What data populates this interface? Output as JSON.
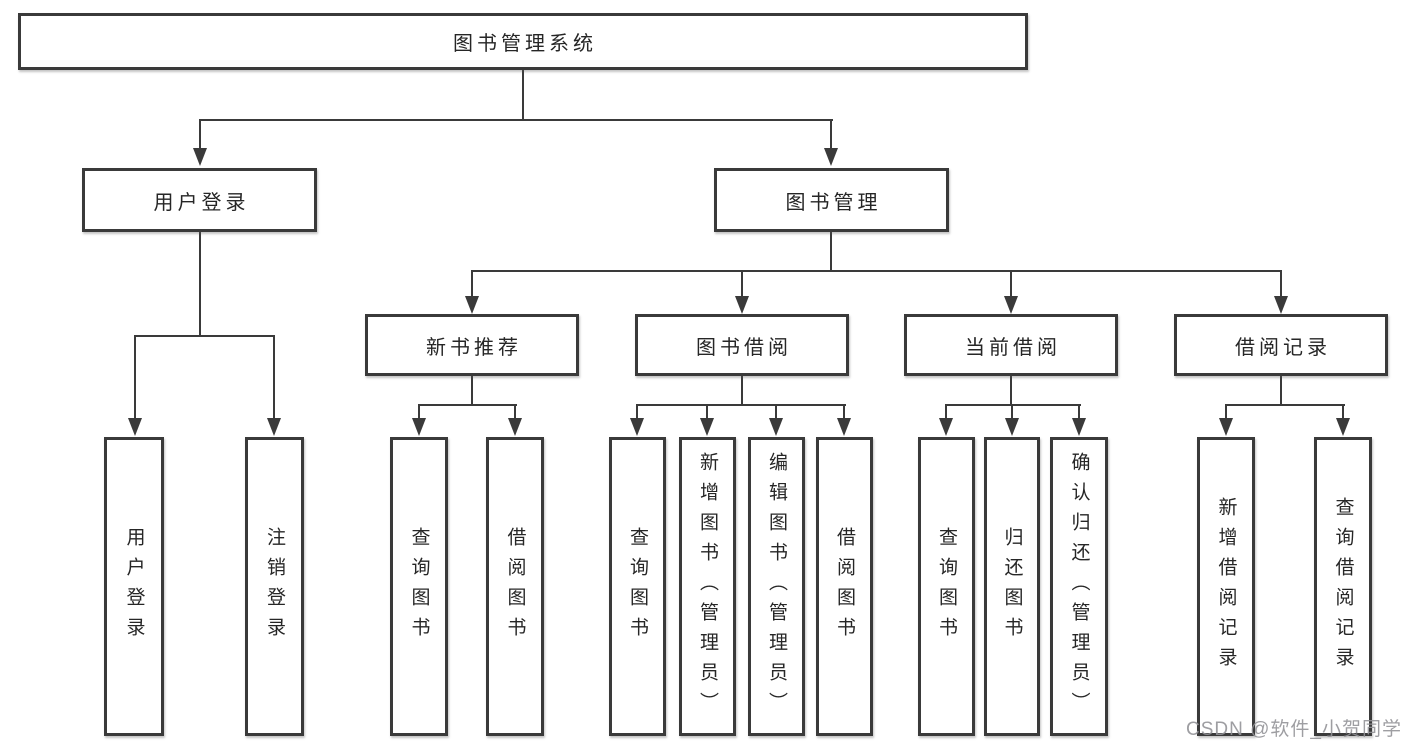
{
  "nodes": {
    "root": "图书管理系统",
    "user_login": "用户登录",
    "book_management": "图书管理",
    "new_book_recommend": "新书推荐",
    "book_borrow": "图书借阅",
    "current_borrow": "当前借阅",
    "borrow_records": "借阅记录",
    "leaf_user_login": "用户登录",
    "leaf_logout": "注销登录",
    "leaf_rec_query_book": "查询图书",
    "leaf_rec_borrow_book": "借阅图书",
    "leaf_bb_query_book": "查询图书",
    "leaf_bb_add_book": "新增图书（管理员）",
    "leaf_bb_edit_book": "编辑图书（管理员）",
    "leaf_bb_borrow_book": "借阅图书",
    "leaf_cb_query_book": "查询图书",
    "leaf_cb_return_book": "归还图书",
    "leaf_cb_confirm_return": "确认归还（管理员）",
    "leaf_br_add_record": "新增借阅记录",
    "leaf_br_query_record": "查询借阅记录"
  },
  "watermark": "CSDN @软件_小贺同学",
  "colors": {
    "line": "#3a3a3a",
    "text": "#262626",
    "background": "#ffffff",
    "watermark": "#949498"
  }
}
